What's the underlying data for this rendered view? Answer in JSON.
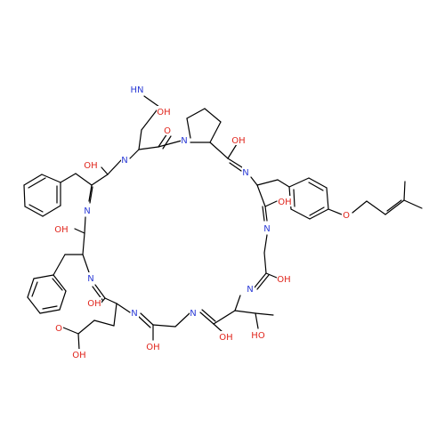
{
  "colors": {
    "background": "#ffffff",
    "bond": "#000000",
    "nitrogen": "#2b3bd6",
    "oxygen": "#e0241b",
    "carbon": "#000000"
  },
  "atoms": [
    {
      "id": "imine-NH",
      "label": "HN",
      "element": "N"
    },
    {
      "id": "amide-OH-1",
      "label": "OH",
      "element": "O"
    },
    {
      "id": "ring-O-1",
      "label": "O",
      "element": "O"
    },
    {
      "id": "pro-N",
      "label": "N",
      "element": "N"
    },
    {
      "id": "pro-OH",
      "label": "OH",
      "element": "O"
    },
    {
      "id": "asn-N",
      "label": "N",
      "element": "N"
    },
    {
      "id": "phe1-OH",
      "label": "OH",
      "element": "O"
    },
    {
      "id": "phe1-N",
      "label": "N",
      "element": "N"
    },
    {
      "id": "tyr-N",
      "label": "N",
      "element": "N"
    },
    {
      "id": "tyr-OH",
      "label": "OH",
      "element": "O"
    },
    {
      "id": "ether-O",
      "label": "O",
      "element": "O"
    },
    {
      "id": "phe2-OH",
      "label": "OH",
      "element": "O"
    },
    {
      "id": "gly1-N",
      "label": "N",
      "element": "N"
    },
    {
      "id": "phe2-N",
      "label": "N",
      "element": "N"
    },
    {
      "id": "gly1-OH",
      "label": "OH",
      "element": "O"
    },
    {
      "id": "thr-N",
      "label": "N",
      "element": "N"
    },
    {
      "id": "glu-OH",
      "label": "OH",
      "element": "O"
    },
    {
      "id": "glu-N",
      "label": "N",
      "element": "N"
    },
    {
      "id": "gly2-N",
      "label": "N",
      "element": "N"
    },
    {
      "id": "acid-O",
      "label": "O",
      "element": "O"
    },
    {
      "id": "acid-OH",
      "label": "OH",
      "element": "O"
    },
    {
      "id": "gly2-OH",
      "label": "OH",
      "element": "O"
    },
    {
      "id": "thr-amide-OH",
      "label": "OH",
      "element": "O"
    },
    {
      "id": "thr-side-OH",
      "label": "HO",
      "element": "O"
    }
  ]
}
